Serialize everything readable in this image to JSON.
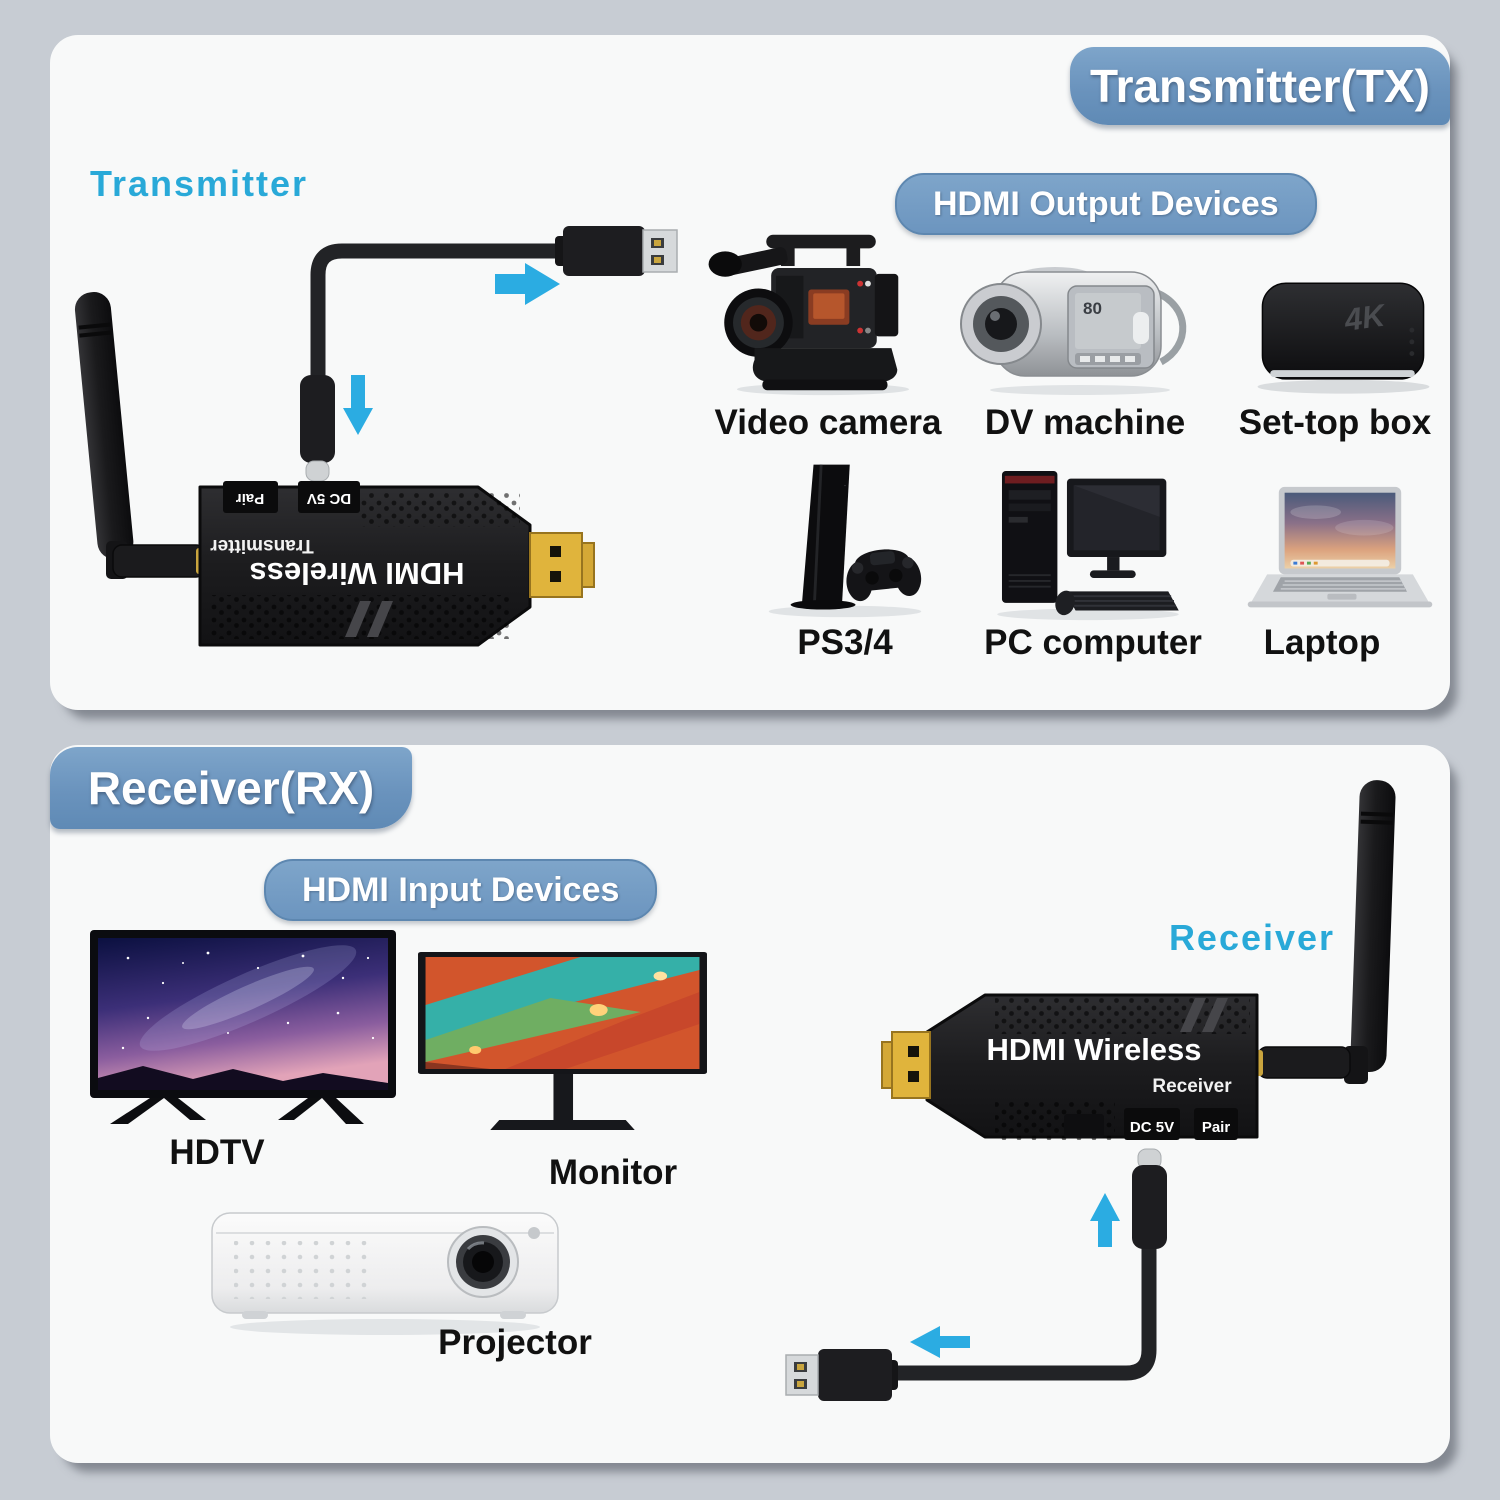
{
  "colors": {
    "background": "#c7ccd3",
    "panel": "#f8f9f9",
    "badge_blue": "#6c95bf",
    "accent_cyan": "#29a9d8",
    "arrow_cyan": "#2bace2",
    "device_black": "#1a1a1c",
    "hdmi_gold": "#d9b23c",
    "label_black": "#111111"
  },
  "tx_panel": {
    "header": "Transmitter(TX)",
    "unit_label": "Transmitter",
    "badge": "HDMI Output Devices",
    "dongle": {
      "brand": "HDMI Wireless",
      "role": "Transmitter",
      "port_power": "DC 5V",
      "port_pair": "Pair"
    },
    "settop_text": "4K",
    "camcorder_screen_text": "80",
    "devices": [
      {
        "label": "Video camera"
      },
      {
        "label": "DV machine"
      },
      {
        "label": "Set-top box"
      },
      {
        "label": "PS3/4"
      },
      {
        "label": "PC computer"
      },
      {
        "label": "Laptop"
      }
    ]
  },
  "rx_panel": {
    "header": "Receiver(RX)",
    "unit_label": "Receiver",
    "badge": "HDMI Input Devices",
    "dongle": {
      "brand": "HDMI Wireless",
      "role": "Receiver",
      "port_power": "DC 5V",
      "port_pair": "Pair"
    },
    "devices": [
      {
        "label": "HDTV"
      },
      {
        "label": "Monitor"
      },
      {
        "label": "Projector"
      }
    ]
  }
}
